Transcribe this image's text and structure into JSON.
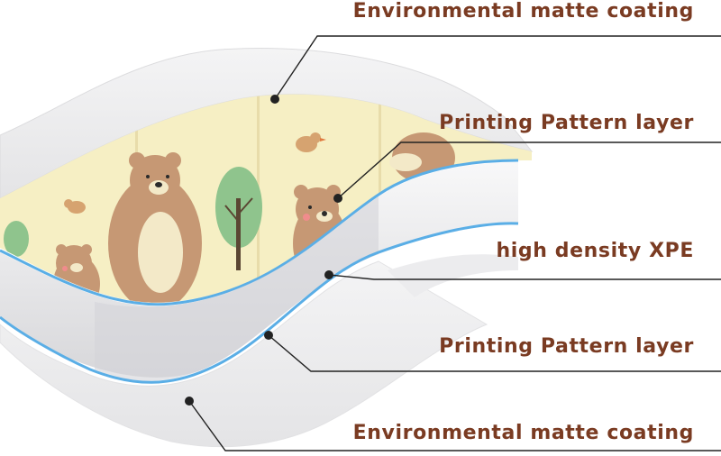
{
  "labels": {
    "top_coating": "Environmental matte coating",
    "top_print": "Printing Pattern layer",
    "core": "high density XPE",
    "bottom_print": "Printing Pattern layer",
    "bottom_coating": "Environmental matte coating"
  },
  "colors": {
    "label_text": "#7a3b22",
    "leader_line": "#222222",
    "edge_blue": "#5aaee6",
    "coating": "#ededef",
    "print_bg": "#f6efc4",
    "bear": "#c69874"
  },
  "illustration": {
    "print_motif": [
      "bear",
      "bird",
      "tree"
    ]
  }
}
